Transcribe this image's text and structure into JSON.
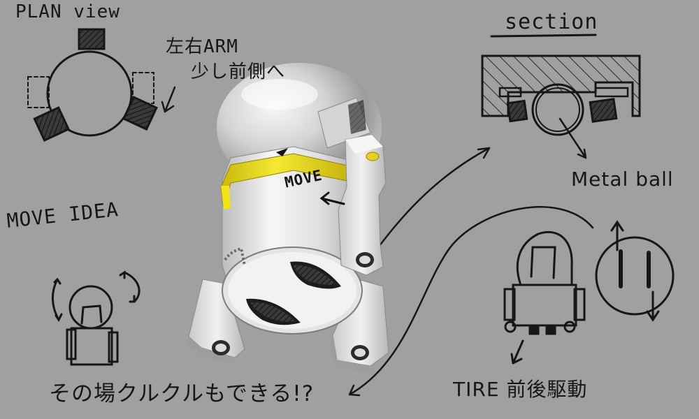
{
  "labels": {
    "plan_view": "PLAN view",
    "arm_line1": "左右ARM",
    "arm_line2": "少し前側へ",
    "section": "section",
    "metal_ball": "Metal ball",
    "move_idea": "MOVE IDEA",
    "move": "MOVE",
    "spin": "その場クルクルもできる!?",
    "tire": "TIRE 前後駆動"
  },
  "colors": {
    "background": "#a0a0a0",
    "ink": "#161616",
    "accent_band": "#f2e21a"
  }
}
